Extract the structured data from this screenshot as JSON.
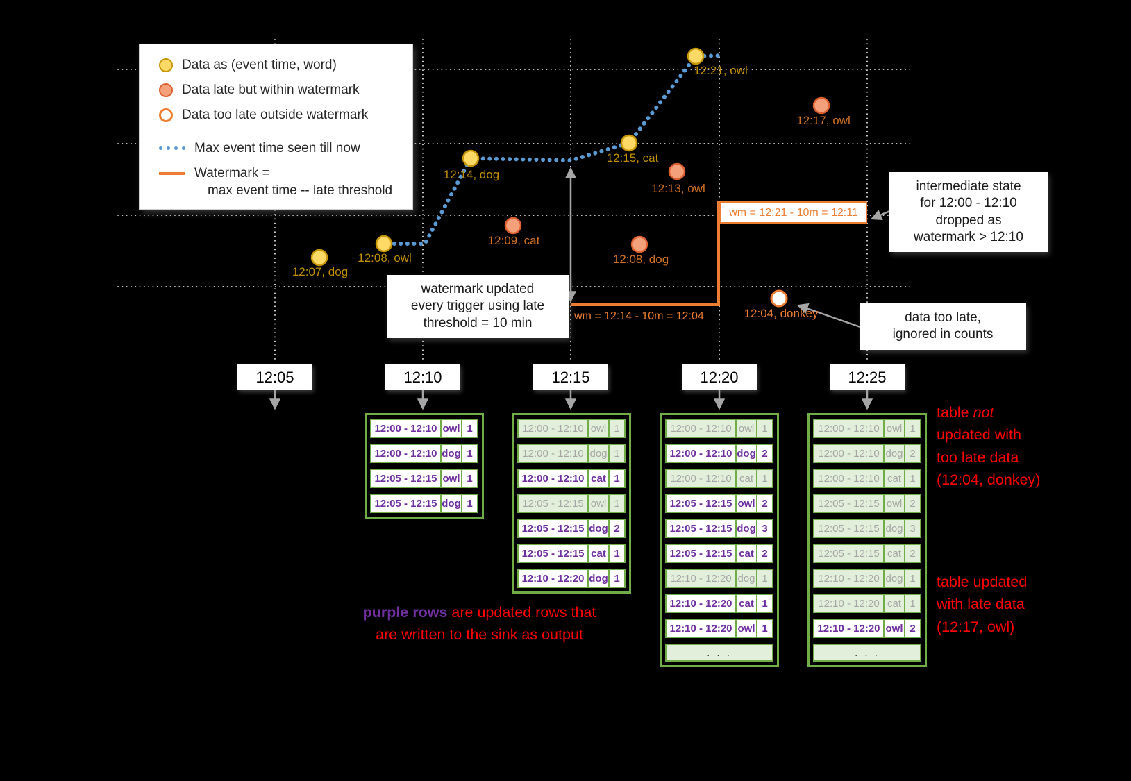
{
  "legend": {
    "items": [
      {
        "label": "Data as (event time, word)"
      },
      {
        "label": "Data late but within watermark"
      },
      {
        "label": "Data too late outside watermark"
      },
      {
        "label": "Max event time seen till now"
      },
      {
        "label": "Watermark =",
        "label2": "max event time -- late threshold"
      }
    ]
  },
  "points": [
    {
      "label": "12:07, dog",
      "kind": "ontime"
    },
    {
      "label": "12:08, owl",
      "kind": "ontime"
    },
    {
      "label": "12:14, dog",
      "kind": "ontime"
    },
    {
      "label": "12:15, cat",
      "kind": "ontime"
    },
    {
      "label": "12:21, owl",
      "kind": "ontime"
    },
    {
      "label": "12:09, cat",
      "kind": "late"
    },
    {
      "label": "12:13, owl",
      "kind": "late"
    },
    {
      "label": "12:08, dog",
      "kind": "late"
    },
    {
      "label": "12:17, owl",
      "kind": "late"
    },
    {
      "label": "12:04, donkey",
      "kind": "toolate"
    }
  ],
  "watermark": {
    "wm1": "wm = 12:14 - 10m = 12:04",
    "wm2": "wm = 12:21 - 10m = 12:11"
  },
  "callouts": {
    "trigger": {
      "lines": [
        "watermark updated",
        "every trigger using late",
        "threshold = 10 min"
      ]
    },
    "intermediate": {
      "lines": [
        "intermediate state",
        "for 12:00 - 12:10",
        "dropped as",
        "watermark > 12:10"
      ]
    },
    "too_late": {
      "lines": [
        "data too late,",
        "ignored in counts"
      ]
    }
  },
  "time_axis": [
    "12:05",
    "12:10",
    "12:15",
    "12:20",
    "12:25"
  ],
  "tables": [
    {
      "trigger": "12:10",
      "rows": [
        {
          "window": "12:00 - 12:10",
          "word": "owl",
          "count": "1",
          "updated": true
        },
        {
          "window": "12:00 - 12:10",
          "word": "dog",
          "count": "1",
          "updated": true
        },
        {
          "window": "12:05 - 12:15",
          "word": "owl",
          "count": "1",
          "updated": true
        },
        {
          "window": "12:05 - 12:15",
          "word": "dog",
          "count": "1",
          "updated": true
        }
      ]
    },
    {
      "trigger": "12:15",
      "rows": [
        {
          "window": "12:00 - 12:10",
          "word": "owl",
          "count": "1",
          "updated": false
        },
        {
          "window": "12:00 - 12:10",
          "word": "dog",
          "count": "1",
          "updated": false
        },
        {
          "window": "12:00 - 12:10",
          "word": "cat",
          "count": "1",
          "updated": true
        },
        {
          "window": "12:05 - 12:15",
          "word": "owl",
          "count": "1",
          "updated": false
        },
        {
          "window": "12:05 - 12:15",
          "word": "dog",
          "count": "2",
          "updated": true
        },
        {
          "window": "12:05 - 12:15",
          "word": "cat",
          "count": "1",
          "updated": true
        },
        {
          "window": "12:10 - 12:20",
          "word": "dog",
          "count": "1",
          "updated": true
        }
      ]
    },
    {
      "trigger": "12:20",
      "rows": [
        {
          "window": "12:00 - 12:10",
          "word": "owl",
          "count": "1",
          "updated": false
        },
        {
          "window": "12:00 - 12:10",
          "word": "dog",
          "count": "2",
          "updated": true
        },
        {
          "window": "12:00 - 12:10",
          "word": "cat",
          "count": "1",
          "updated": false
        },
        {
          "window": "12:05 - 12:15",
          "word": "owl",
          "count": "2",
          "updated": true
        },
        {
          "window": "12:05 - 12:15",
          "word": "dog",
          "count": "3",
          "updated": true
        },
        {
          "window": "12:05 - 12:15",
          "word": "cat",
          "count": "2",
          "updated": true
        },
        {
          "window": "12:10 - 12:20",
          "word": "dog",
          "count": "1",
          "updated": false
        },
        {
          "window": "12:10 - 12:20",
          "word": "cat",
          "count": "1",
          "updated": true
        },
        {
          "window": "12:10 - 12:20",
          "word": "owl",
          "count": "1",
          "updated": true
        },
        {
          "ellipsis": ". . ."
        }
      ]
    },
    {
      "trigger": "12:25",
      "rows": [
        {
          "window": "12:00 - 12:10",
          "word": "owl",
          "count": "1",
          "updated": false
        },
        {
          "window": "12:00 - 12:10",
          "word": "dog",
          "count": "2",
          "updated": false
        },
        {
          "window": "12:00 - 12:10",
          "word": "cat",
          "count": "1",
          "updated": false
        },
        {
          "window": "12:05 - 12:15",
          "word": "owl",
          "count": "2",
          "updated": false
        },
        {
          "window": "12:05 - 12:15",
          "word": "dog",
          "count": "3",
          "updated": false
        },
        {
          "window": "12:05 - 12:15",
          "word": "cat",
          "count": "2",
          "updated": false
        },
        {
          "window": "12:10 - 12:20",
          "word": "dog",
          "count": "1",
          "updated": false
        },
        {
          "window": "12:10 - 12:20",
          "word": "cat",
          "count": "1",
          "updated": false
        },
        {
          "window": "12:10 - 12:20",
          "word": "owl",
          "count": "2",
          "updated": true
        },
        {
          "ellipsis": ". . ."
        }
      ]
    }
  ],
  "notes": {
    "purple": {
      "lead": "purple rows",
      "rest1": " are updated rows that",
      "line2": "are written to the sink as output"
    },
    "not_updated": {
      "prefix": "table ",
      "italic": "not",
      "lines": [
        "updated with",
        "too late data",
        "(12:04, donkey)"
      ]
    },
    "updated": {
      "lines": [
        "table updated",
        "with late data",
        "(12:17, owl)"
      ]
    }
  },
  "colors": {
    "watermark_orange": "#ed7d31",
    "max_event_blue": "#5b9bd5",
    "on_time_yellow": "#ffd966",
    "late_salmon": "#f4a07a",
    "updated_purple": "#7030a0",
    "old_gray": "#a6a6a6",
    "table_green": "#70ad47",
    "note_red": "#ff0000"
  }
}
